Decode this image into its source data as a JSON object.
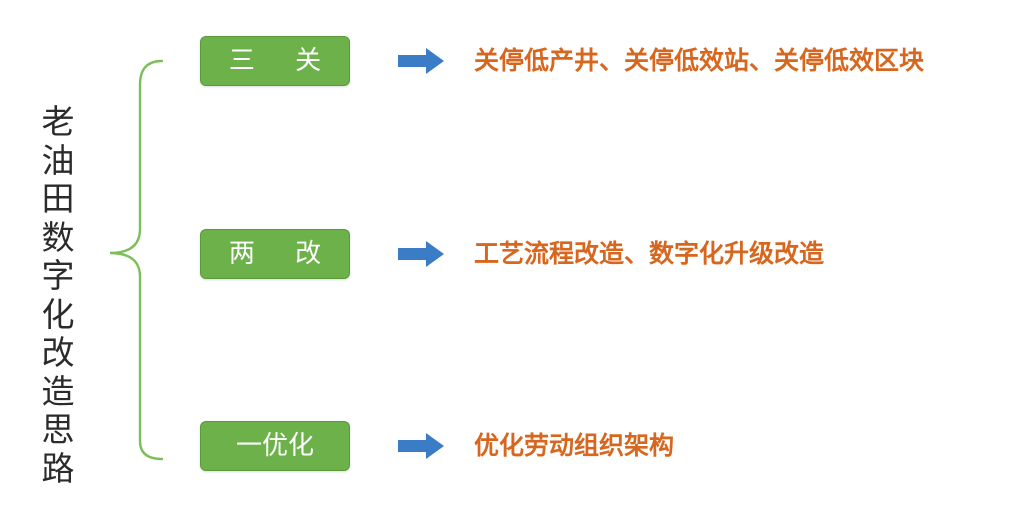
{
  "root": {
    "title": "老油田数字化改造思路"
  },
  "branches": [
    {
      "label": "三 关",
      "description": "关停低产井、关停低效站、关停低效区块"
    },
    {
      "label": "两 改",
      "description": "工艺流程改造、数字化升级改造"
    },
    {
      "label": "一优化",
      "description": "优化劳动组织架构"
    }
  ],
  "colors": {
    "node_fill": "#6db14b",
    "node_text": "#ffffff",
    "arrow": "#3a7cc6",
    "description_text": "#d7671f",
    "brace": "#7cbf5a",
    "root_text": "#2b2b2b"
  }
}
